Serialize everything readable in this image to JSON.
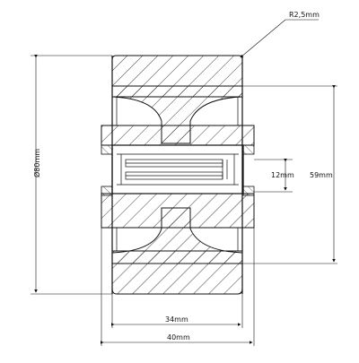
{
  "dimensions": {
    "radius": "R2,5mm",
    "outer_diameter": "Ø80mm",
    "hub_length": "59mm",
    "bore": "12mm",
    "inner_width": "34mm",
    "outer_width": "40mm"
  },
  "colors": {
    "line": "#111111",
    "background": "#ffffff"
  }
}
